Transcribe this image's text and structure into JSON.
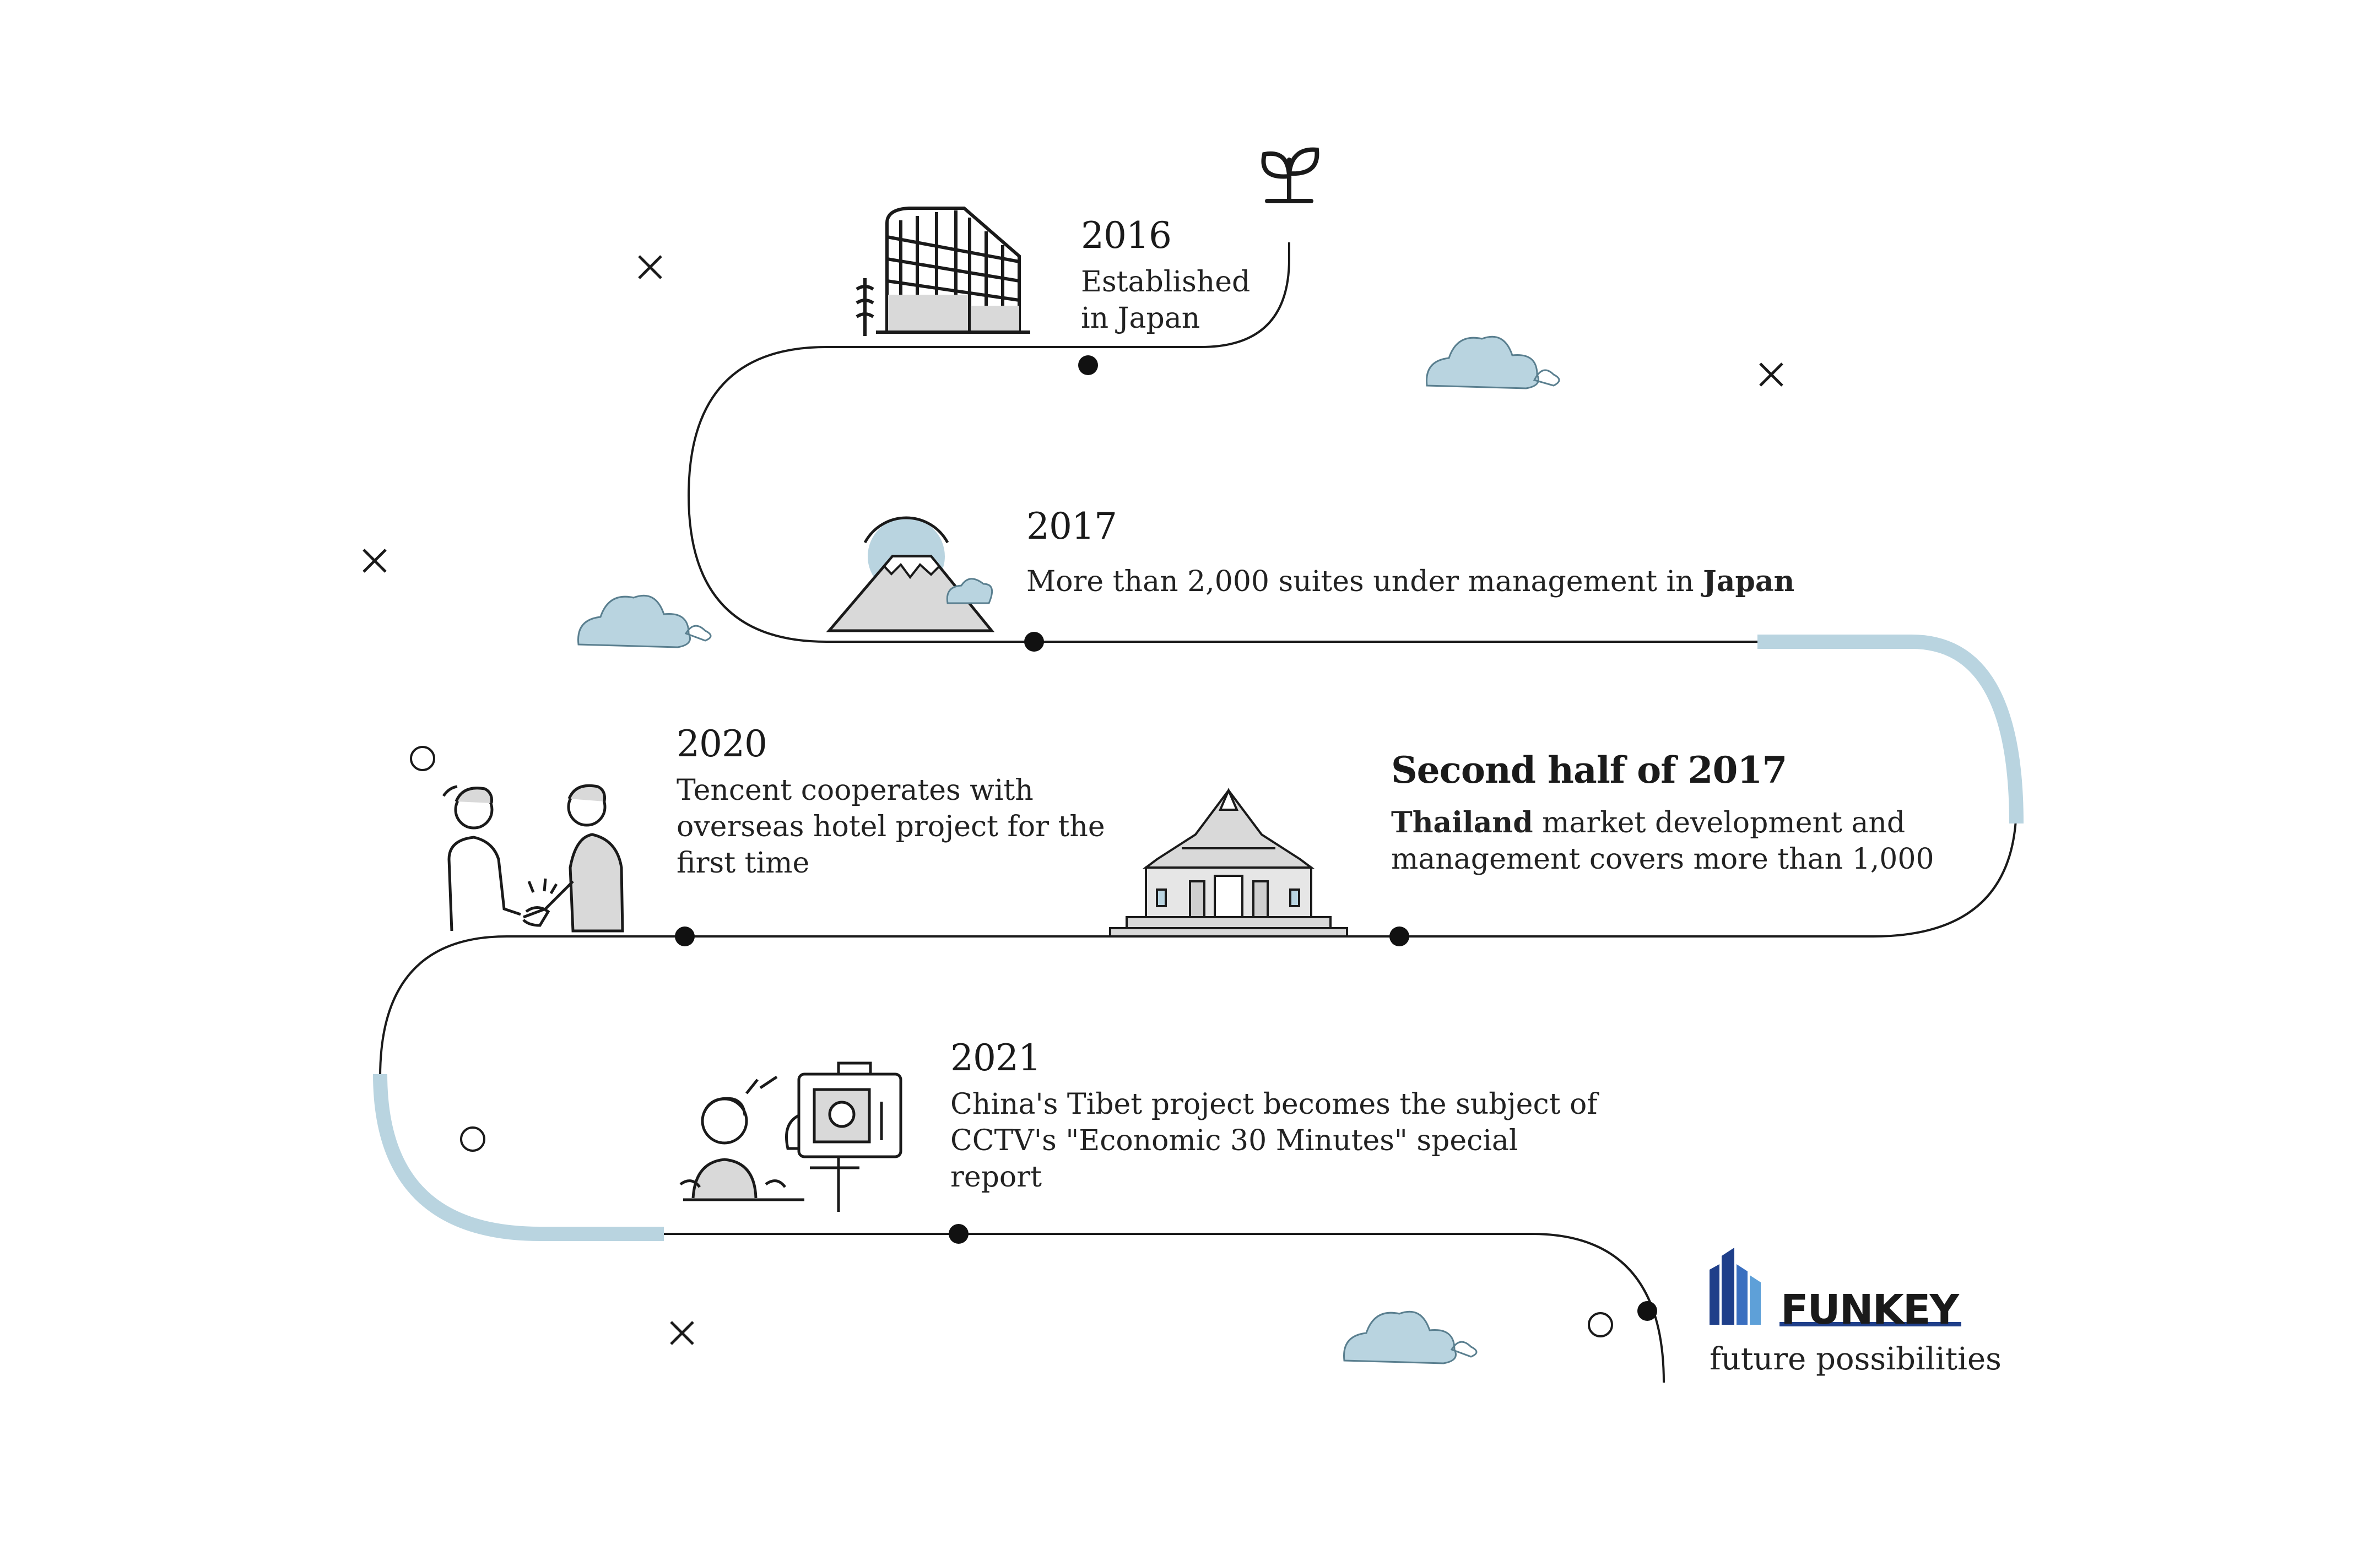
{
  "milestones": [
    {
      "year": "2016",
      "desc_lines": [
        "Established",
        "in Japan"
      ],
      "illustration": "office-building"
    },
    {
      "year": "2017",
      "desc_parts": [
        {
          "t": "More than ",
          "b": false
        },
        {
          "t": "2,000",
          "b": false
        },
        {
          "t": " suites under management in ",
          "b": false
        },
        {
          "t": "Japan",
          "b": true
        }
      ],
      "illustration": "mount-fuji"
    },
    {
      "year": "Second half of 2017",
      "desc_line1": [
        {
          "t": "Thailand",
          "b": true
        },
        {
          "t": " market development and",
          "b": false
        }
      ],
      "desc_line2": "management covers more than 1,000",
      "illustration": "thai-temple"
    },
    {
      "year": "2020",
      "desc_lines": [
        "Tencent cooperates with",
        "overseas hotel project for the",
        "first time"
      ],
      "illustration": "handshake"
    },
    {
      "year": "2021",
      "desc_lines": [
        "China's Tibet project becomes the subject of",
        "CCTV's \"Economic 30 Minutes\" special",
        "report"
      ],
      "illustration": "tv-interview"
    }
  ],
  "brand": {
    "name": "FUNKEY",
    "tagline": "future possibilities"
  },
  "colors": {
    "path": "#1a1a1a",
    "accent": "#b9d4e0",
    "cloud": "#b9d4e0",
    "fill_gray": "#d9d9d9"
  },
  "icons": [
    "sprout-icon",
    "cross-decoration-icon",
    "circle-decoration-icon",
    "cloud-icon"
  ]
}
